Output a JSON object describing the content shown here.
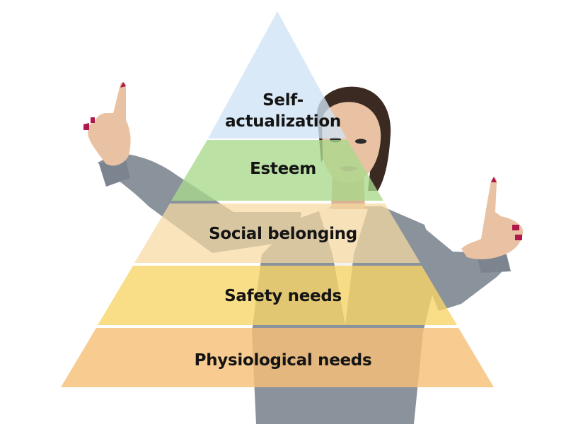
{
  "pyramid": {
    "tiers": [
      {
        "id": "self-actualization",
        "line1": "Self-",
        "line2": "actualization",
        "color": "#cfe3f5"
      },
      {
        "id": "esteem",
        "label": "Esteem",
        "color": "#a9d98c"
      },
      {
        "id": "social-belonging",
        "label": "Social belonging",
        "color": "#f7d9a2"
      },
      {
        "id": "safety-needs",
        "label": "Safety needs",
        "color": "#f8d469"
      },
      {
        "id": "physiological-needs",
        "label": "Physiological needs",
        "color": "#f6c078"
      }
    ]
  },
  "background_photo": {
    "subject": "woman-in-grey-blazer-pointing-up",
    "blazer_color": "#8a929c",
    "skin_color": "#e9c2a4",
    "hair_color": "#3a2a22",
    "nail_color": "#b0174a"
  }
}
